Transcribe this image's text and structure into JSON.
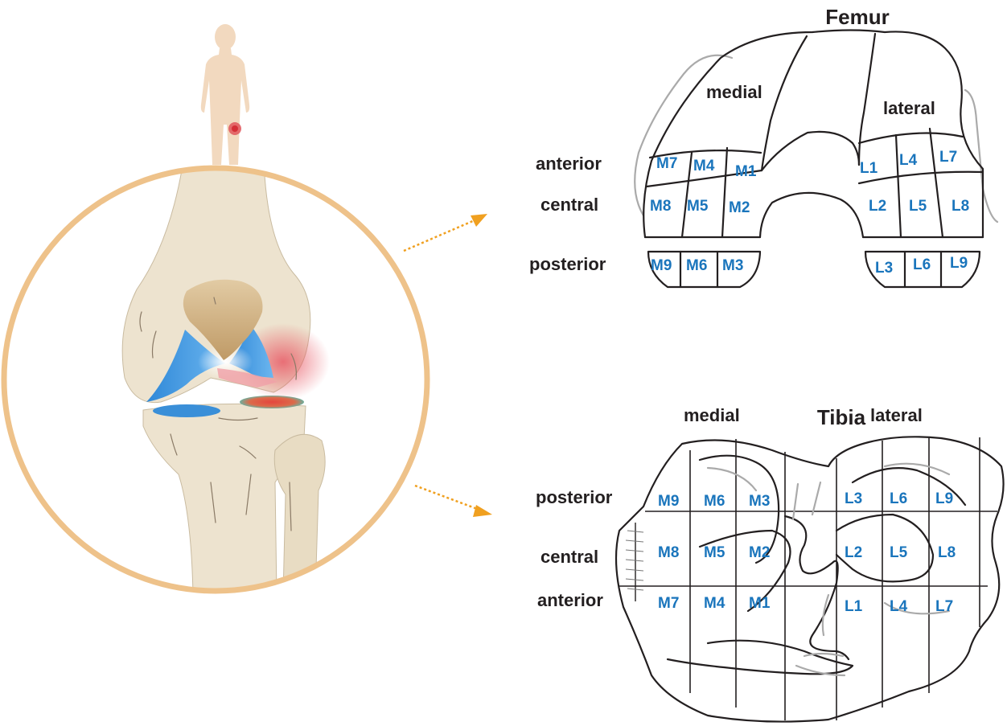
{
  "femur": {
    "title": "Femur",
    "medial_label": "medial",
    "lateral_label": "lateral",
    "rows": {
      "anterior": "anterior",
      "central": "central",
      "posterior": "posterior"
    },
    "zones": {
      "M1": "M1",
      "M2": "M2",
      "M3": "M3",
      "M4": "M4",
      "M5": "M5",
      "M6": "M6",
      "M7": "M7",
      "M8": "M8",
      "M9": "M9",
      "L1": "L1",
      "L2": "L2",
      "L3": "L3",
      "L4": "L4",
      "L5": "L5",
      "L6": "L6",
      "L7": "L7",
      "L8": "L8",
      "L9": "L9"
    }
  },
  "tibia": {
    "title": "Tibia",
    "medial_label": "medial",
    "lateral_label": "lateral",
    "rows": {
      "posterior": "posterior",
      "central": "central",
      "anterior": "anterior"
    },
    "zones": {
      "M1": "M1",
      "M2": "M2",
      "M3": "M3",
      "M4": "M4",
      "M5": "M5",
      "M6": "M6",
      "M7": "M7",
      "M8": "M8",
      "M9": "M9",
      "L1": "L1",
      "L2": "L2",
      "L3": "L3",
      "L4": "L4",
      "L5": "L5",
      "L6": "L6",
      "L7": "L7",
      "L8": "L8",
      "L9": "L9"
    }
  },
  "colors": {
    "zone_label": "#1a75bc",
    "outline": "#231f20",
    "circle": "#eec28a",
    "arrow": "#f0a020",
    "bone": "#ede3cf",
    "cartilage": "#3a8fd8",
    "inflammation": "#e0555a"
  },
  "icons": {
    "human": "human-silhouette-icon",
    "arrow": "dotted-arrow-icon"
  }
}
